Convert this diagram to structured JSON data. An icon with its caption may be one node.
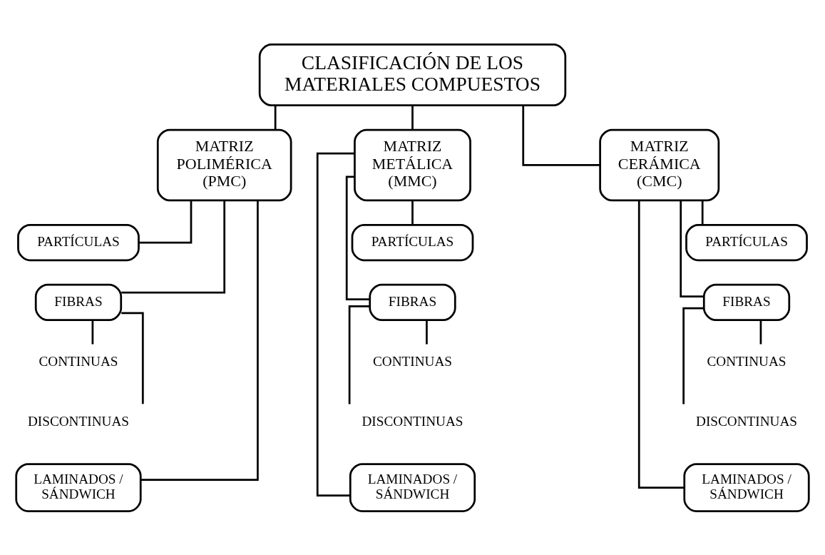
{
  "diagram": {
    "nodes": [
      {
        "text": [
          "CLASIFICACIÓN DE LOS MATERIALES COMPUESTOS"
        ]
      },
      {
        "text": [
          "MATRIZ POLIMÉRICA (PMC)"
        ]
      },
      {
        "text": [
          "MATRIZ METÁLICA (MMC)"
        ]
      },
      {
        "text": [
          "MATRIZ CERÁMICA (CMC)"
        ]
      },
      {
        "text": [
          "PARTÍCULAS"
        ]
      },
      {
        "text": [
          "FIBRAS"
        ]
      },
      {
        "text": [
          "CONTINUAS"
        ]
      },
      {
        "text": [
          "DISCONTINUAS"
        ]
      },
      {
        "text": [
          "LAMINADOS / SÁNDWICH"
        ]
      },
      {
        "text": [
          "PARTÍCULAS"
        ]
      },
      {
        "text": [
          "FIBRAS"
        ]
      },
      {
        "text": [
          "CONTINUAS"
        ]
      },
      {
        "text": [
          "DISCONTINUAS"
        ]
      },
      {
        "text": [
          "LAMINADOS / SÁNDWICH"
        ]
      },
      {
        "text": [
          "PARTÍCULAS"
        ]
      },
      {
        "text": [
          "FIBRAS"
        ]
      },
      {
        "text": [
          "CONTINUAS"
        ]
      },
      {
        "text": [
          "DISCONTINUAS"
        ]
      },
      {
        "text": [
          "LAMINADOS / SÁNDWICH"
        ]
      }
    ],
    "edges": [
      {
        "from": 0,
        "to": 1,
        "arrow": "none"
      },
      {
        "from": 0,
        "to": 2,
        "arrow": "none"
      },
      {
        "from": 0,
        "to": 3,
        "arrow": "none"
      },
      {
        "from": 1,
        "to": 4,
        "arrow": "none"
      },
      {
        "from": 1,
        "to": 5,
        "arrow": "none"
      },
      {
        "from": 5,
        "to": 6,
        "arrow": "none"
      },
      {
        "from": 5,
        "to": 7,
        "arrow": "none"
      },
      {
        "from": 1,
        "to": 8,
        "arrow": "none"
      },
      {
        "from": 2,
        "to": 9,
        "arrow": "none"
      },
      {
        "from": 2,
        "to": 10,
        "arrow": "none"
      },
      {
        "from": 10,
        "to": 11,
        "arrow": "none"
      },
      {
        "from": 10,
        "to": 12,
        "arrow": "none"
      },
      {
        "from": 2,
        "to": 13,
        "arrow": "none"
      },
      {
        "from": 3,
        "to": 14,
        "arrow": "none"
      },
      {
        "from": 3,
        "to": 15,
        "arrow": "none"
      },
      {
        "from": 15,
        "to": 16,
        "arrow": "none"
      },
      {
        "from": 15,
        "to": 17,
        "arrow": "none"
      },
      {
        "from": 3,
        "to": 18,
        "arrow": "none"
      }
    ]
  }
}
